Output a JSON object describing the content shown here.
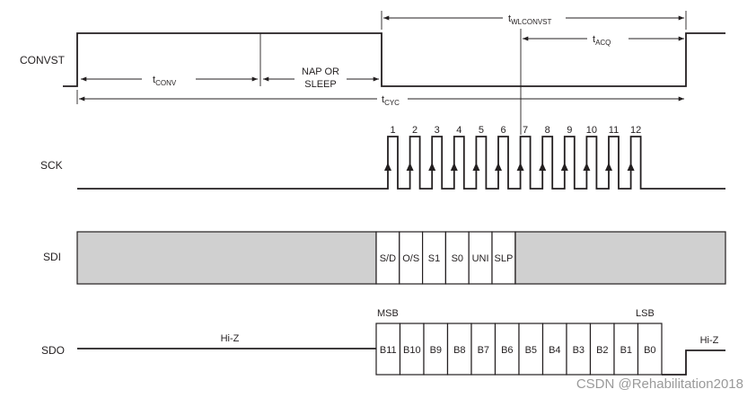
{
  "signals": {
    "convst": "CONVST",
    "sck": "SCK",
    "sdi": "SDI",
    "sdo": "SDO"
  },
  "annotations": {
    "t_conv": {
      "base": "t",
      "sub": "CONV"
    },
    "nap_line1": "NAP OR",
    "nap_line2": "SLEEP",
    "t_cyc": {
      "base": "t",
      "sub": "CYC"
    },
    "t_wlconvst": {
      "base": "t",
      "sub": "WLCONVST"
    },
    "t_acq": {
      "base": "t",
      "sub": "ACQ"
    }
  },
  "sck_pulses": [
    "1",
    "2",
    "3",
    "4",
    "5",
    "6",
    "7",
    "8",
    "9",
    "10",
    "11",
    "12"
  ],
  "sdi_bits": [
    "S/D",
    "O/S",
    "S1",
    "S0",
    "UNI",
    "SLP"
  ],
  "sdo": {
    "hiz_left": "Hi-Z",
    "hiz_right": "Hi-Z",
    "msb": "MSB",
    "lsb": "LSB",
    "bits": [
      "B11",
      "B10",
      "B9",
      "B8",
      "B7",
      "B6",
      "B5",
      "B4",
      "B3",
      "B2",
      "B1",
      "B0"
    ]
  },
  "watermark": "CSDN @Rehabilitation2018",
  "colors": {
    "ink": "#231f20",
    "sdi_fill": "#d0d0d0",
    "watermark": "#9a9a9a"
  }
}
